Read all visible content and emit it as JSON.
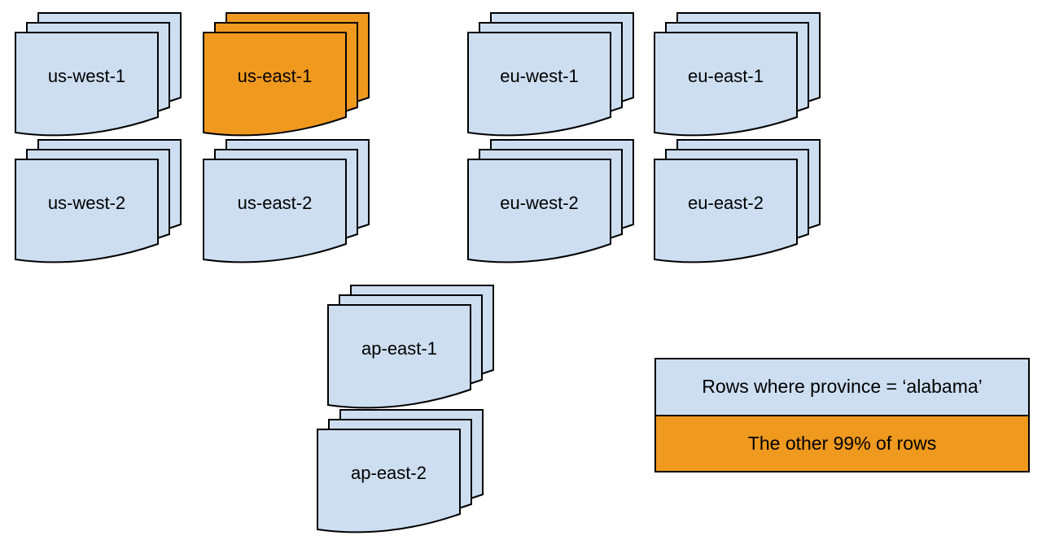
{
  "regions": [
    {
      "id": "us-west-1",
      "label": "us-west-1",
      "highlighted": false
    },
    {
      "id": "us-east-1",
      "label": "us-east-1",
      "highlighted": true
    },
    {
      "id": "eu-west-1",
      "label": "eu-west-1",
      "highlighted": false
    },
    {
      "id": "eu-east-1",
      "label": "eu-east-1",
      "highlighted": false
    },
    {
      "id": "us-west-2",
      "label": "us-west-2",
      "highlighted": false
    },
    {
      "id": "us-east-2",
      "label": "us-east-2",
      "highlighted": false
    },
    {
      "id": "eu-west-2",
      "label": "eu-west-2",
      "highlighted": false
    },
    {
      "id": "eu-east-2",
      "label": "eu-east-2",
      "highlighted": false
    },
    {
      "id": "ap-east-1",
      "label": "ap-east-1",
      "highlighted": false
    },
    {
      "id": "ap-east-2",
      "label": "ap-east-2",
      "highlighted": false
    }
  ],
  "legend": {
    "items": [
      {
        "label": "Rows where province = ‘alabama’",
        "color": "#CDDEF1"
      },
      {
        "label": "The other 99% of rows",
        "color": "#F0991F"
      }
    ]
  },
  "colors": {
    "default_fill": "#CDDEF1",
    "highlight_fill": "#F0991F",
    "stroke": "#000000"
  }
}
